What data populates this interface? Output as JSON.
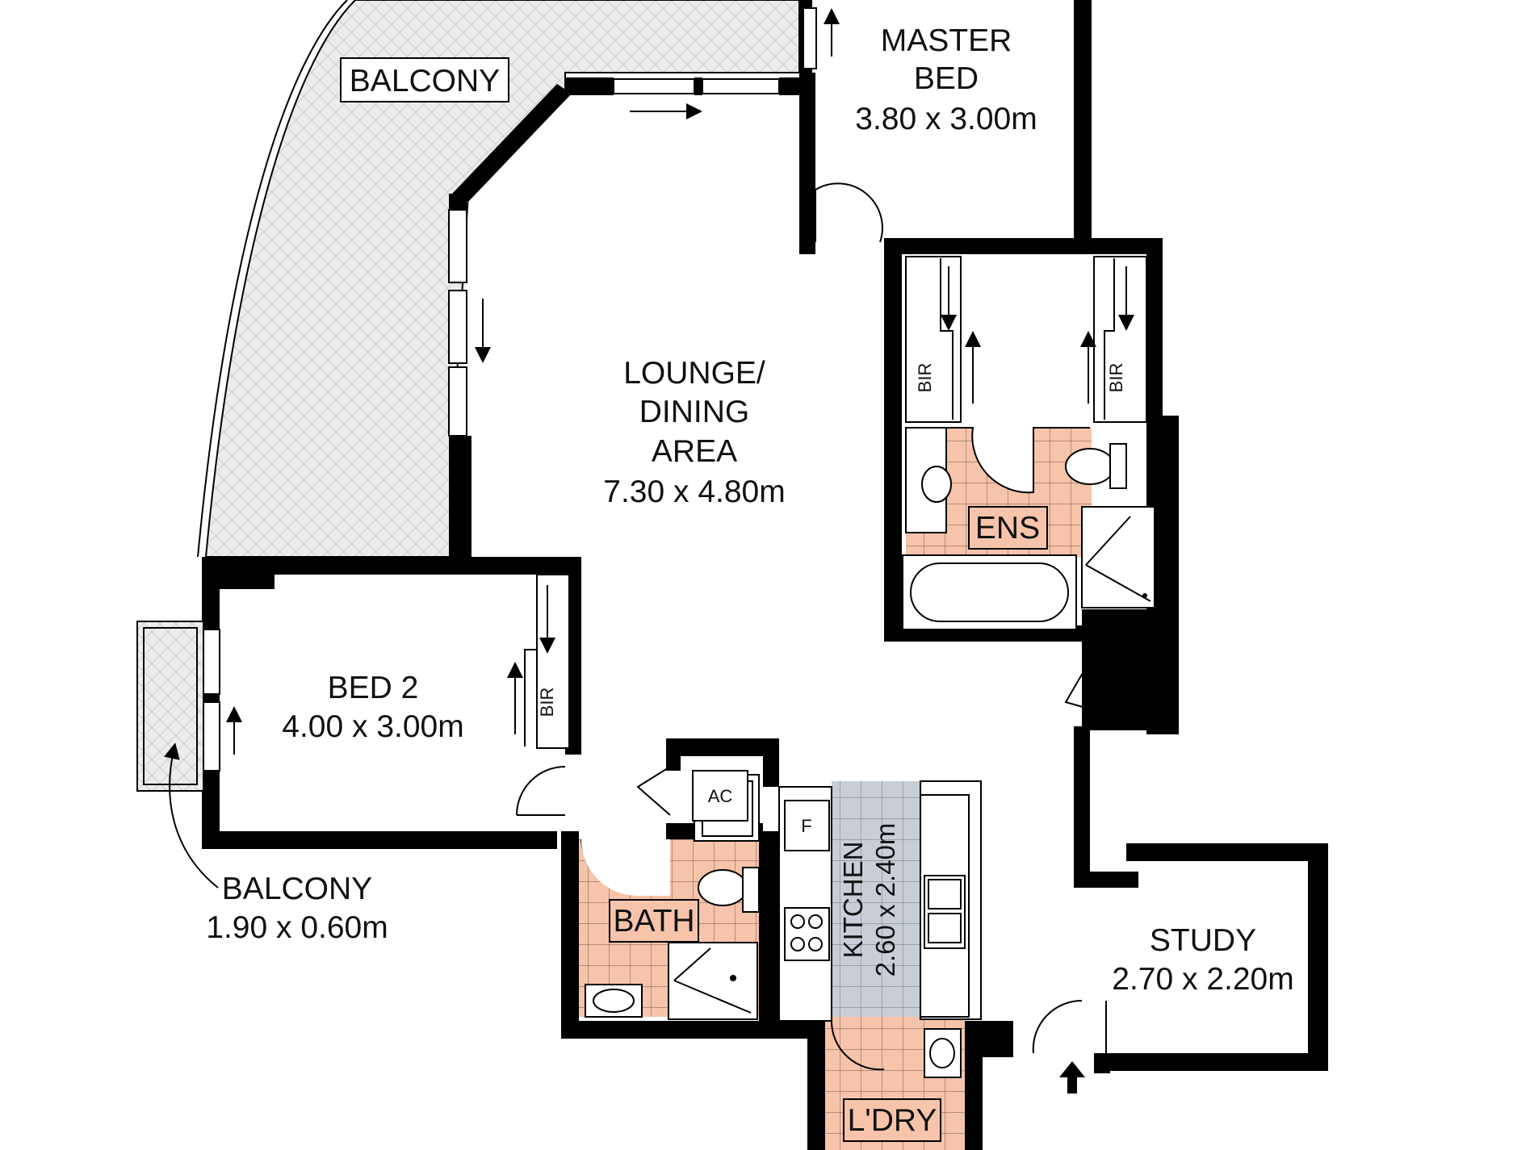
{
  "rooms": {
    "balcony_main": "BALCONY",
    "master_bed_line1": "MASTER",
    "master_bed_line2": "BED",
    "master_bed_dims": "3.80 x 3.00m",
    "lounge_line1": "LOUNGE/",
    "lounge_line2": "DINING",
    "lounge_line3": "AREA",
    "lounge_dims": "7.30 x 4.80m",
    "ens": "ENS",
    "bir_left": "BIR",
    "bir_right": "BIR",
    "bed2": "BED 2",
    "bed2_dims": "4.00 x 3.00m",
    "bir_bed2": "BIR",
    "ac": "AC",
    "fridge": "F",
    "kitchen": "KITCHEN",
    "kitchen_dims": "2.60 x 2.40m",
    "bath": "BATH",
    "balcony_small": "BALCONY",
    "balcony_small_dims": "1.90 x 0.60m",
    "study": "STUDY",
    "study_dims": "2.70 x 2.20m",
    "laundry": "L'DRY"
  },
  "colors": {
    "wall": "#000000",
    "wet_area_tile": "#f6c4aa",
    "kitchen_tile": "#c9ced6",
    "balcony_hatch": "#cfcfcf",
    "background": "#ffffff"
  },
  "icons": [
    "entry-arrow-icon",
    "sliding-door-arrow-icon",
    "door-swing-icon",
    "bath-tub-icon",
    "shower-icon",
    "toilet-icon",
    "basin-icon",
    "sink-icon",
    "cooktop-icon"
  ]
}
